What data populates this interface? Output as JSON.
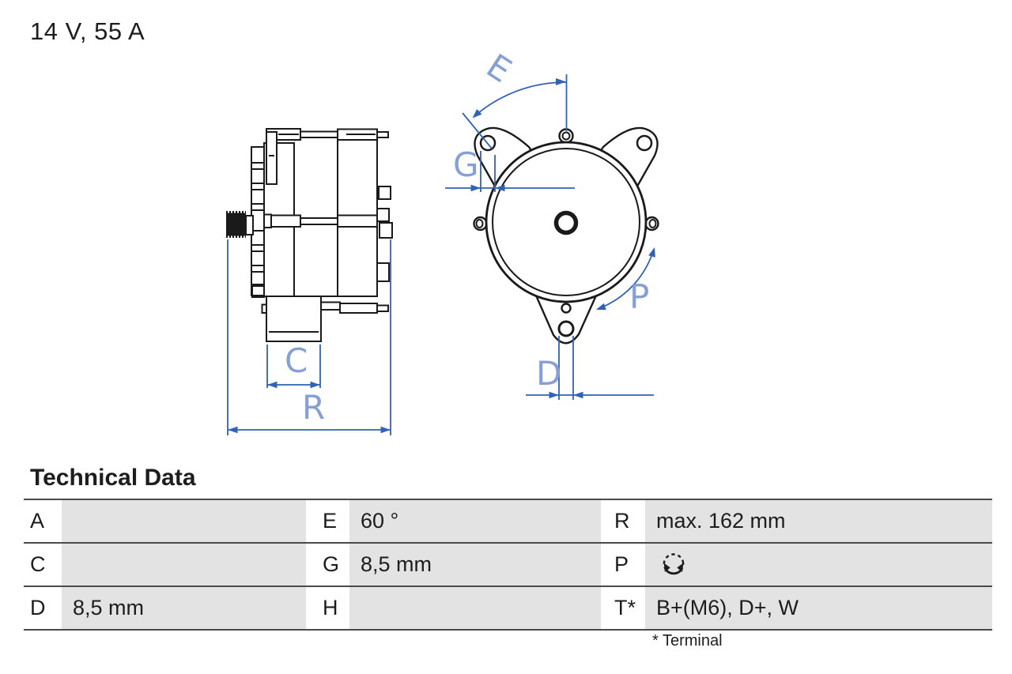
{
  "title": "14 V, 55 A",
  "drawing": {
    "side_view": {
      "dim_c": "C",
      "dim_r": "R"
    },
    "front_view": {
      "dim_e": "E",
      "dim_g": "G",
      "dim_p": "P",
      "dim_d": "D"
    }
  },
  "technical_data": {
    "heading": "Technical Data",
    "rows": [
      {
        "c1l": "A",
        "c1v": "",
        "c2l": "E",
        "c2v": "60 °",
        "c3l": "R",
        "c3v": "max. 162 mm"
      },
      {
        "c1l": "C",
        "c1v": "",
        "c2l": "G",
        "c2v": "8,5 mm",
        "c3l": "P",
        "c3v": ""
      },
      {
        "c1l": "D",
        "c1v": "8,5 mm",
        "c2l": "H",
        "c2v": "",
        "c3l": "T*",
        "c3v": "B+(M6), D+, W"
      }
    ],
    "row2_col3_icon": "rotation-direction-icon",
    "footnote": "* Terminal"
  },
  "colors": {
    "drawing_line": "#1a1a1a",
    "dimension_line": "#3162b5",
    "dimension_label": "#87a0d4",
    "table_value_bg": "#e3e3e3",
    "table_border": "#4a4a4a"
  }
}
